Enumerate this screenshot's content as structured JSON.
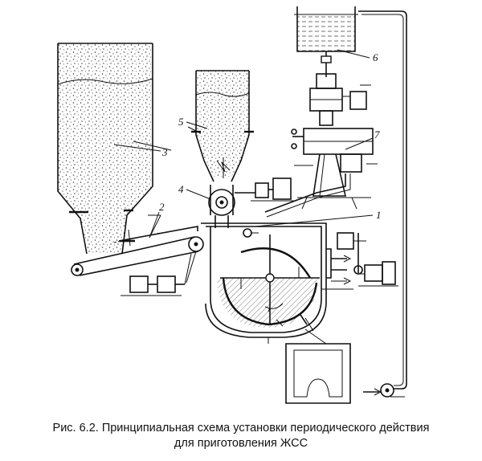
{
  "caption": {
    "line1": "Рис. 6.2. Принципиальная схема установки периодического действия",
    "line2": "для приготовления ЖСС"
  },
  "labels": {
    "l1": "1",
    "l2": "2",
    "l3": "3",
    "l4": "4",
    "l5": "5",
    "l6": "6",
    "l7": "7"
  }
}
